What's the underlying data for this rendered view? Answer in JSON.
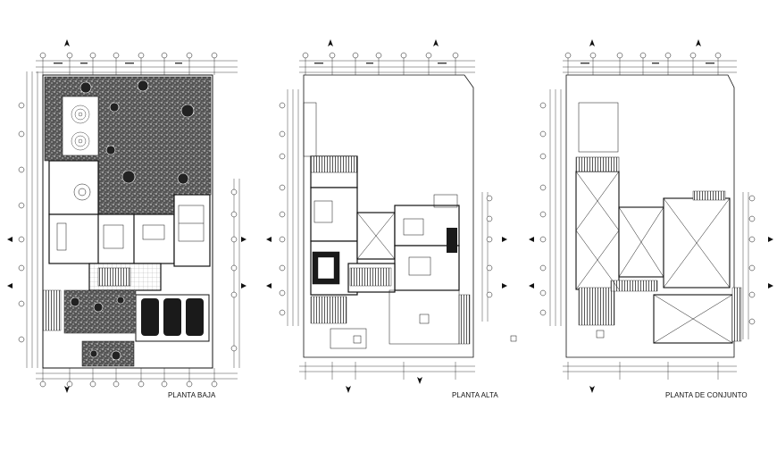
{
  "sheets": [
    {
      "key": "baja",
      "label": "PLANTA BAJA"
    },
    {
      "key": "alta",
      "label": "PLANTA ALTA"
    },
    {
      "key": "conjunto",
      "label": "PLANTA DE CONJUNTO"
    }
  ],
  "colors": {
    "ink": "#111111",
    "paper": "#ffffff",
    "hatch": "#2a2a2a",
    "fill_dark": "#1a1a1a"
  },
  "icons": [
    "north-arrow-icon",
    "axis-bubble-icon",
    "section-marker-icon",
    "car-icon",
    "tree-icon"
  ]
}
